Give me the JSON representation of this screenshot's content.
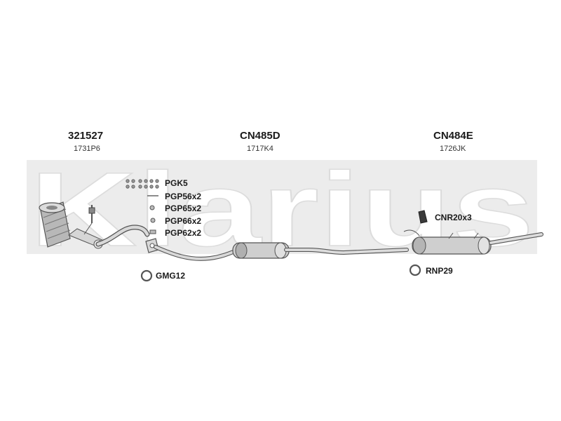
{
  "watermark": {
    "text": "Klarius",
    "color": "#e4e4e4"
  },
  "colors": {
    "line": "#555555",
    "fill": "#c8c8c8",
    "dark": "#444444"
  },
  "sections": [
    {
      "part_number": "321527",
      "reference": "1731P6"
    },
    {
      "part_number": "CN485D",
      "reference": "1717K4"
    },
    {
      "part_number": "CN484E",
      "reference": "1726JK"
    }
  ],
  "accessories": {
    "pgk5": "PGK5",
    "pgp56": "PGP56x2",
    "pgp65": "PGP65x2",
    "pgp66": "PGP66x2",
    "pgp62": "PGP62x2",
    "gmg12": "GMG12",
    "cnr20": "CNR20x3",
    "rnp29": "RNP29"
  }
}
